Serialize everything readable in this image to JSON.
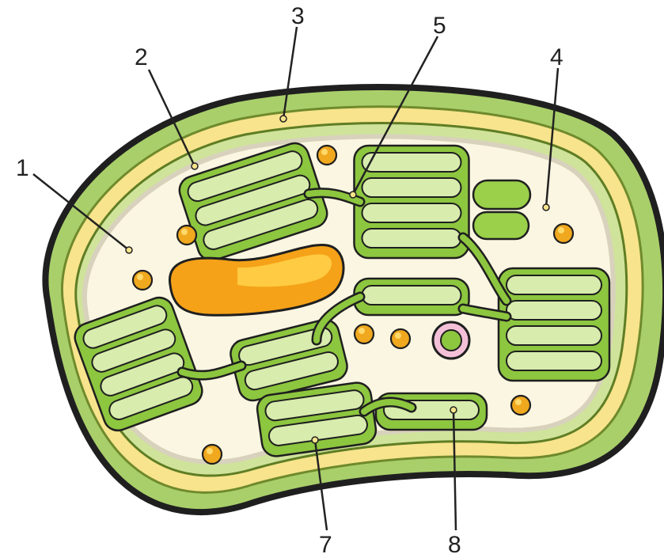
{
  "labels": {
    "l1": "1",
    "l2": "2",
    "l3": "3",
    "l4": "4",
    "l5": "5",
    "l7": "7",
    "l8": "8"
  },
  "colors": {
    "outline": "#1f1f1f",
    "outer_membrane": "#a9cf6a",
    "membrane_band": "#f7e48c",
    "stroma": "#fbf6e2",
    "stroma_shadow": "#d8d2bd",
    "thylakoid_fill": "#8dc63f",
    "thylakoid_disc": "#d8ecae",
    "starch": "#f5a218",
    "droplet": "#f0a81e",
    "ribosome_ring": "#e58fb8",
    "leader": "#222222"
  }
}
